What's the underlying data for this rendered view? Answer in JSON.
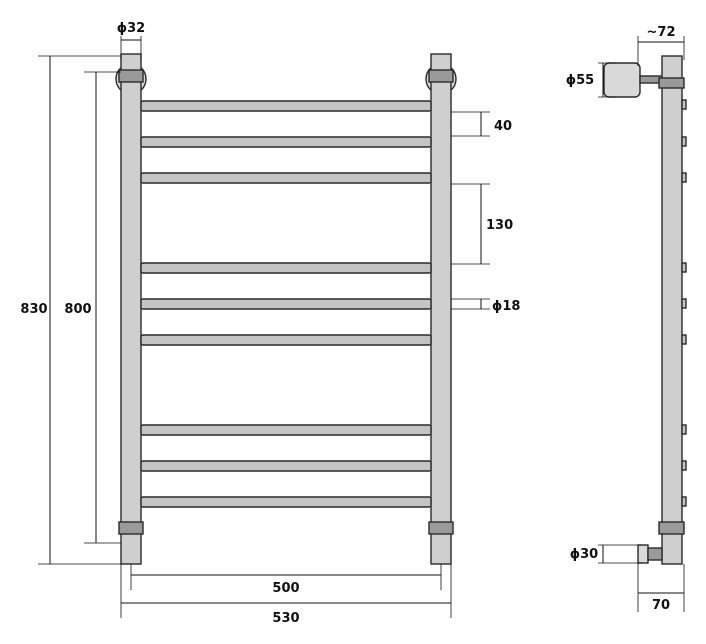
{
  "labels": {
    "d_post": "ϕ32",
    "h_total": "830",
    "h_between": "800",
    "gap_small": "40",
    "gap_large": "130",
    "d_bar": "ϕ18",
    "w_inner": "500",
    "w_total": "530",
    "depth_top": "~72",
    "d_mount": "ϕ55",
    "d_bottom": "ϕ30",
    "depth_bottom": "70"
  }
}
